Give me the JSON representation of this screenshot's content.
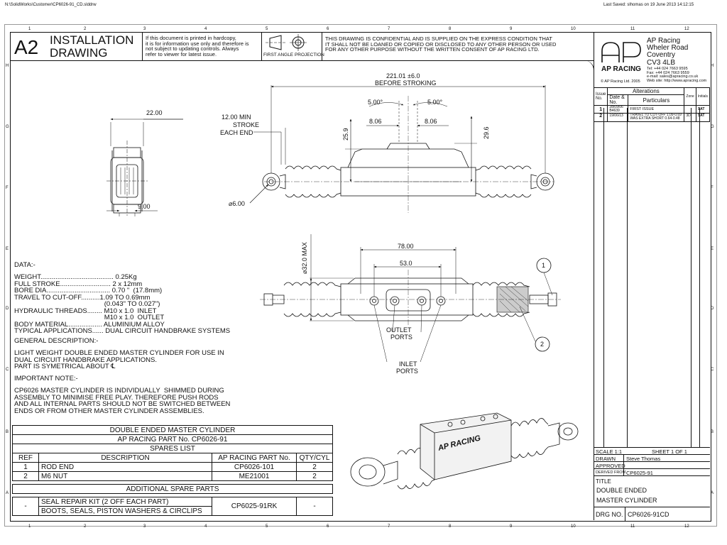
{
  "meta": {
    "file_path": "N:\\SolidWorks\\Customer\\CP6026-91_CD.slddrw",
    "last_saved": "Last Saved: slhomas on 19 June 2013 14:12:15"
  },
  "zones": {
    "cols": [
      "1",
      "2",
      "3",
      "4",
      "5",
      "6",
      "7",
      "8",
      "9",
      "10",
      "11",
      "12"
    ],
    "rows": [
      "H",
      "G",
      "F",
      "E",
      "D",
      "C",
      "B",
      "A"
    ]
  },
  "header": {
    "sheet_size": "A2",
    "title_line1": "INSTALLATION",
    "title_line2": "DRAWING",
    "hardcopy_note": "If this document is printed in hardcopy,\nit is for information use only and therefore is\nnot subject to updating controls. Always\nrefer to viewer for latest issue.",
    "projection_label": "FIRST ANGLE PROJECTION",
    "confidential": "THIS DRAWING IS CONFIDENTIAL AND IS SUPPLIED ON THE EXPRESS CONDITION THAT\nIT SHALL NOT BE LOANED OR COPIED OR DISCLOSED TO ANY OTHER PERSON OR USED\nFOR ANY OTHER PURPOSE WITHOUT THE WRITTEN CONSENT OF AP RACING LTD."
  },
  "company": {
    "logo_text": "AP RACING",
    "address": "AP Racing\nWheler Road\nCoventry\nCV3 4LB",
    "contact": "Tel: +44 024 7663 9595\nFax: +44 024 7663 9559\ne-mail: sales@apracing.co.uk\nWeb site: http://www.apracing.com",
    "copyright": "© AP Racing Ltd. 2005"
  },
  "revisions": {
    "title": "Alterations",
    "issue_header": "Issue\nNo.",
    "date_header": "Date & No.",
    "particulars_header": "Particulars",
    "zone_header": "Zone",
    "initials_header": "Initials",
    "rows": [
      {
        "issue": "1",
        "date": "28/09/06\nB4639",
        "particulars": "FIRST ISSUE",
        "zone": "",
        "initials": "SAT"
      },
      {
        "issue": "2",
        "date": "19/06/13",
        "particulars": "TRAVEL TO CUT-OFF 1.09-0.69\nWAS EXTRA SHORT 0.64-0.48",
        "zone": "3D",
        "initials": "SAT"
      }
    ]
  },
  "title_block": {
    "scale": "SCALE 1:1",
    "sheet": "SHEET 1 OF 1",
    "drawn_label": "DRAWN",
    "drawn_value": "Steve Thomas",
    "approved_label": "APPROVED",
    "derived_label": "DERIVED FROM",
    "derived_value": "CP6025-91",
    "title_label": "TITLE",
    "title_line1": "DOUBLE ENDED",
    "title_line2": "MASTER CYLINDER",
    "drg_label": "DRG NO.",
    "drg_value": "CP6026-91CD"
  },
  "dims": {
    "width_22": "22.00",
    "width_9": "9.00",
    "length_221": "221.01 ±6.0",
    "before_stroking": "BEFORE STROKING",
    "min_stroke": "12.00 MIN\nSTROKE\nEACH END",
    "angle_left": "5.00°",
    "angle_right": "5.00°",
    "dim_806_left": "8.06",
    "dim_806_right": "8.06",
    "dim_259": "25.9",
    "dim_296": "29.6",
    "dia_6": "⌀6.00",
    "dia_32": "⌀32.0 MAX",
    "dim_78": "78.00",
    "dim_53": "53.0",
    "outlet_ports": "OUTLET\nPORTS",
    "inlet_ports": "INLET\nPORTS",
    "balloon_1": "1",
    "balloon_2": "2"
  },
  "data_section": {
    "heading": "DATA:-",
    "specs": "WEIGHT....................................... 0.25Kg\nFULL STROKE........................... 2 x 12mm\nBORE DIA.................................. 0.70 \"  (17.8mm)\nTRAVEL TO CUT-OFF..........1.09 TO 0.69mm\n                                                (0.043\" TO 0.027\")\nHYDRAULIC THREADS........ M10 x 1.0  INLET\n                                                M10 x 1.0  OUTLET\nBODY MATERIAL.................. ALUMINIUM ALLOY\nTYPICAL APPLICATIONS...... DUAL CIRCUIT HANDBRAKE SYSTEMS",
    "general_heading": "GENERAL DESCRIPTION:-",
    "general_text": "LIGHT WEIGHT DOUBLE ENDED MASTER CYLINDER FOR USE IN\nDUAL CIRCUIT HANDBRAKE APPLICATIONS.\nPART IS SYMETRICAL ABOUT ℄",
    "important_heading": "IMPORTANT NOTE:-",
    "important_text": "CP6026 MASTER CYLINDER IS INDIVIDUALLY  SHIMMED DURING\nASSEMBLY TO MINIMISE FREE PLAY. THEREFORE PUSH RODS\nAND ALL INTERNAL PARTS SHOULD NOT BE SWITCHED BETWEEN\nENDS OR FROM OTHER MASTER CYLINDER ASSEMBLIES."
  },
  "spares": {
    "title1": "DOUBLE ENDED MASTER CYLINDER",
    "title2": "AP RACING PART No. CP6026-91",
    "title3": "SPARES LIST",
    "headers": [
      "REF",
      "DESCRIPTION",
      "AP RACING PART No.",
      "QTY/CYL"
    ],
    "rows": [
      {
        "ref": "1",
        "desc": "ROD END",
        "part": "CP6026-101",
        "qty": "2"
      },
      {
        "ref": "2",
        "desc": "M6 NUT",
        "part": "ME21001",
        "qty": "2"
      }
    ],
    "additional_title": "ADDITIONAL SPARE PARTS",
    "kit": {
      "ref": "-",
      "desc1": "SEAL REPAIR KIT (2 OFF EACH PART)",
      "desc2": "BOOTS, SEALS, PISTON WASHERS & CIRCLIPS",
      "part": "CP6025-91RK",
      "qty": "-"
    }
  },
  "iso_view": {
    "body_marking": "AP RACING"
  }
}
